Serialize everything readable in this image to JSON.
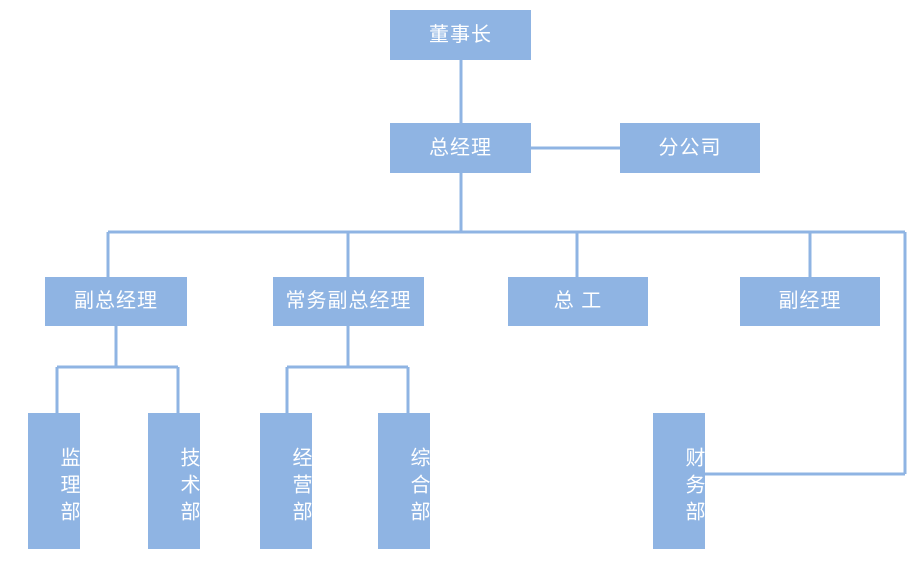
{
  "diagram": {
    "type": "organization-chart",
    "title": "",
    "colors": {
      "node_fill": "#8fb4e3",
      "node_text": "#ffffff",
      "connector": "#8fb4e3",
      "background": "#ffffff"
    },
    "levels": [
      {
        "level": 1,
        "nodes": [
          {
            "id": "chairman",
            "label": "董事长",
            "orientation": "horizontal"
          }
        ]
      },
      {
        "level": 2,
        "nodes": [
          {
            "id": "general-manager",
            "label": "总经理",
            "orientation": "horizontal"
          },
          {
            "id": "branch-company",
            "label": "分公司",
            "orientation": "horizontal"
          }
        ]
      },
      {
        "level": 3,
        "nodes": [
          {
            "id": "deputy-general-manager",
            "label": "副总经理",
            "orientation": "horizontal"
          },
          {
            "id": "executive-deputy-general-manager",
            "label": "常务副总经理",
            "orientation": "horizontal"
          },
          {
            "id": "chief-engineer",
            "label": "总 工",
            "orientation": "horizontal"
          },
          {
            "id": "deputy-manager",
            "label": "副经理",
            "orientation": "horizontal"
          }
        ]
      },
      {
        "level": 4,
        "nodes": [
          {
            "id": "supervision-department",
            "label": "监理部",
            "orientation": "vertical"
          },
          {
            "id": "technical-department",
            "label": "技术部",
            "orientation": "vertical"
          },
          {
            "id": "business-department",
            "label": "经营部",
            "orientation": "vertical"
          },
          {
            "id": "general-department",
            "label": "综合部",
            "orientation": "vertical"
          },
          {
            "id": "finance-department",
            "label": "财务部",
            "orientation": "vertical"
          }
        ]
      }
    ],
    "nodes": {
      "chairman": {
        "label": "董事长"
      },
      "general_manager": {
        "label": "总经理"
      },
      "branch_company": {
        "label": "分公司"
      },
      "deputy_general_manager": {
        "label": "副总经理"
      },
      "executive_deputy_general_manager": {
        "label": "常务副总经理"
      },
      "chief_engineer": {
        "label": "总 工"
      },
      "deputy_manager": {
        "label": "副经理"
      },
      "supervision_department": {
        "label": "监理部"
      },
      "technical_department": {
        "label": "技术部"
      },
      "business_department": {
        "label": "经营部"
      },
      "general_affairs_department": {
        "label": "综合部"
      },
      "finance_department": {
        "label": "财务部"
      }
    },
    "edges": [
      {
        "from": "chairman",
        "to": "general_manager"
      },
      {
        "from": "general_manager",
        "to": "branch_company"
      },
      {
        "from": "general_manager",
        "to": "deputy_general_manager"
      },
      {
        "from": "general_manager",
        "to": "executive_deputy_general_manager"
      },
      {
        "from": "general_manager",
        "to": "chief_engineer"
      },
      {
        "from": "general_manager",
        "to": "deputy_manager"
      },
      {
        "from": "deputy_general_manager",
        "to": "supervision_department"
      },
      {
        "from": "deputy_general_manager",
        "to": "technical_department"
      },
      {
        "from": "executive_deputy_general_manager",
        "to": "business_department"
      },
      {
        "from": "executive_deputy_general_manager",
        "to": "general_affairs_department"
      },
      {
        "from": "deputy_manager",
        "to": "finance_department"
      }
    ]
  }
}
